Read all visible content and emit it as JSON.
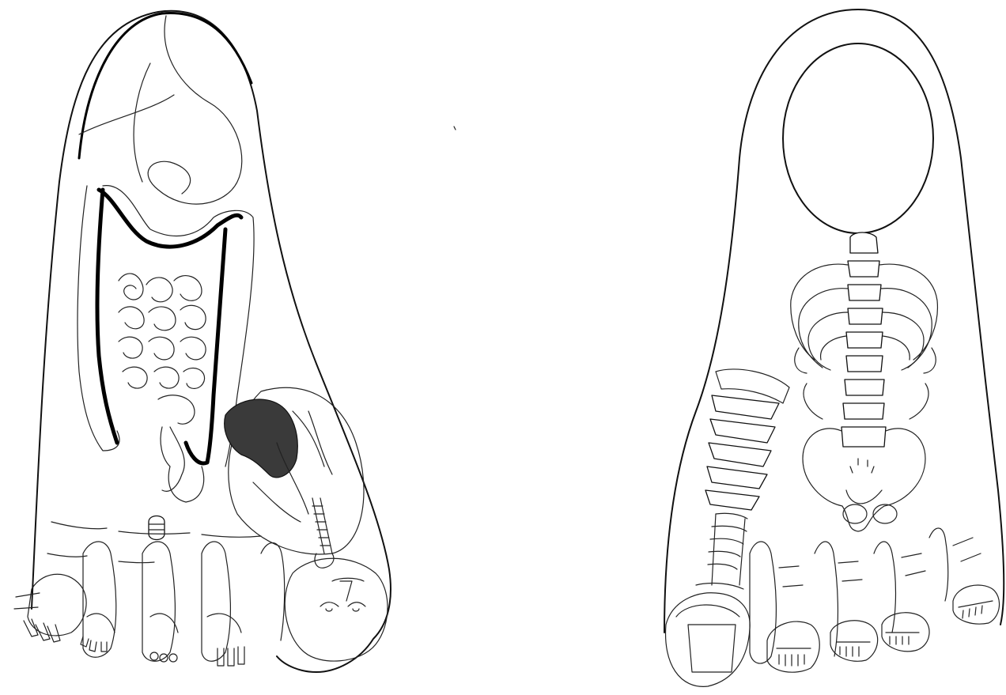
{
  "figure": {
    "left_foot": {
      "view": "plantar",
      "regions": [
        "stomach",
        "colon",
        "small-intestine",
        "lung",
        "face",
        "hands"
      ]
    },
    "right_foot": {
      "view": "dorsal",
      "regions": [
        "head-oval",
        "thoracic-spine",
        "ribcage",
        "pelvis",
        "cervical-spine",
        "skull"
      ]
    },
    "colors": {
      "line": "#111111",
      "shade": "#3a3a3a",
      "background": "#ffffff"
    }
  }
}
